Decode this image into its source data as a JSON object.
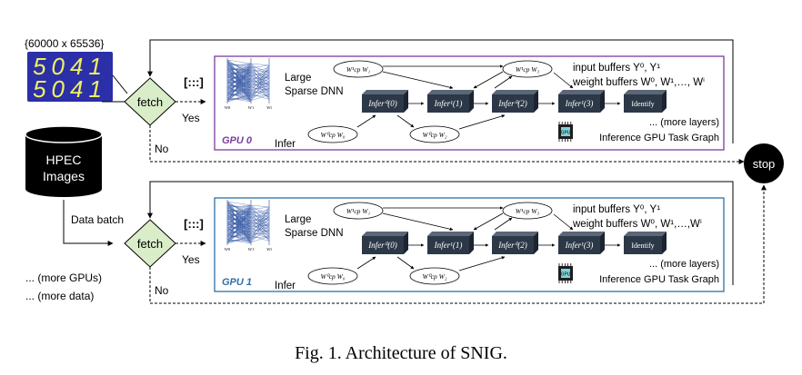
{
  "colors": {
    "gpu0_frame": "#7a3d9e",
    "gpu1_frame": "#2e6fa8",
    "diamond_fill": "#d9edc8",
    "node_fill": "#2c3847",
    "digits_bg": "#2b2fa8",
    "digits_fg": "#f0f060"
  },
  "dataset": {
    "size_label": "{60000 x 65536}",
    "digits_row1": "5041",
    "digits_row2": "5041"
  },
  "images": {
    "label_line1": "HPEC",
    "label_line2": "Images"
  },
  "data_batch_label": "Data batch",
  "more_gpus_label": "... (more GPUs)",
  "more_data_label": "... (more data)",
  "stop_label": "stop",
  "bracket_symbol": "[:::]",
  "caption": "Fig. 1.  Architecture of SNIG.",
  "pipelines": [
    {
      "gpu_label": "GPU 0",
      "fetch_label": "fetch",
      "yes_label": "Yes",
      "no_label": "No",
      "dnn_line1": "Large",
      "dnn_line2": "Sparse DNN",
      "dnn_layers": [
        "W0",
        "W1",
        "Wl"
      ],
      "infer_label": "Infer",
      "buffers_input": "input buffers Y⁰, Y¹",
      "buffers_weight": "weight buffers W⁰, W¹,…, Wⁱ",
      "more_layers": "... (more layers)",
      "task_graph_label": "Inference GPU Task Graph",
      "chip_label": "GPU",
      "nodes": [
        "Infer⁰(0)",
        "Infer¹(1)",
        "Infer⁰(2)",
        "Infer¹(3)",
        "Identify"
      ],
      "copies": [
        "W¹cp W₁",
        "W¹cp W₃",
        "W⁰cp W₀",
        "W⁰cp W₂"
      ]
    },
    {
      "gpu_label": "GPU 1",
      "fetch_label": "fetch",
      "yes_label": "Yes",
      "no_label": "No",
      "dnn_line1": "Large",
      "dnn_line2": "Sparse DNN",
      "dnn_layers": [
        "W0",
        "W1",
        "Wl"
      ],
      "infer_label": "Infer",
      "buffers_input": "input buffers Y⁰, Y¹",
      "buffers_weight": "weight buffers W⁰, W¹,…,Wⁱ",
      "more_layers": "... (more layers)",
      "task_graph_label": "Inference GPU Task Graph",
      "chip_label": "GPU",
      "nodes": [
        "Infer⁰(0)",
        "Infer¹(1)",
        "Infer⁰(2)",
        "Infer¹(3)",
        "Identify"
      ],
      "copies": [
        "W¹cp W₁",
        "W¹cp W₃",
        "W⁰cp W₀",
        "W⁰cp W₂"
      ]
    }
  ]
}
